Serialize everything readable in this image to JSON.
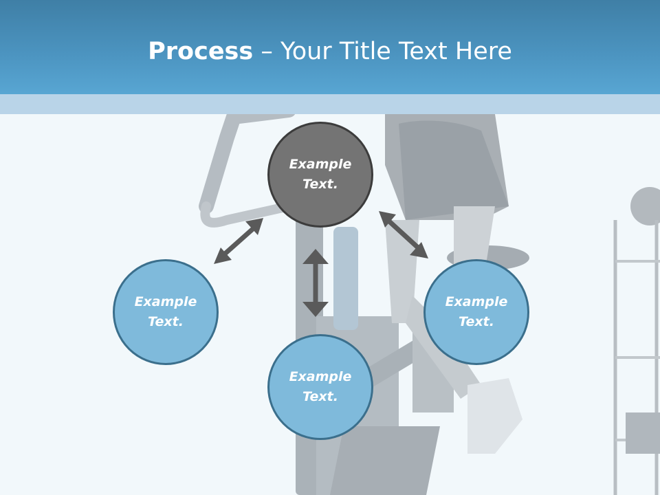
{
  "title": {
    "bold": "Process",
    "separator": " – ",
    "rest": "Your Title Text Here"
  },
  "nodes": {
    "top": {
      "line1": "Example",
      "line2": "Text."
    },
    "left": {
      "line1": "Example",
      "line2": "Text."
    },
    "bottom": {
      "line1": "Example",
      "line2": "Text."
    },
    "right": {
      "line1": "Example",
      "line2": "Text."
    }
  },
  "colors": {
    "header": "#4b93bf",
    "header_strip": "#b9d4e8",
    "node_fill": "#7fbadb",
    "node_border": "#3b6f8c",
    "center_node_fill": "#747474",
    "arrow": "#5a5a5a"
  },
  "icons": {
    "arrows": [
      "double-arrow-icon",
      "double-arrow-icon",
      "double-arrow-icon"
    ]
  }
}
